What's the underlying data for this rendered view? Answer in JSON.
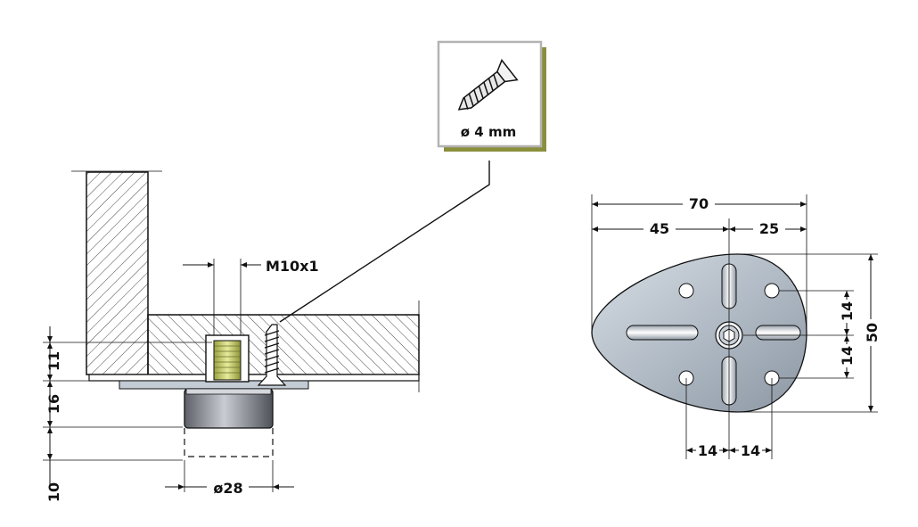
{
  "screw_callout": {
    "label": "ø 4 mm"
  },
  "side_view": {
    "thread_label": "M10x1",
    "dim_11": "11",
    "dim_16": "16",
    "dim_10": "10",
    "diameter_label": "ø28"
  },
  "top_view": {
    "width_total": "70",
    "width_left": "45",
    "width_right": "25",
    "height_total": "50",
    "hole_offset_upper": "14",
    "hole_offset_lower": "14",
    "hole_spacing_left": "14",
    "hole_spacing_right": "14"
  },
  "colors": {
    "callout_shadow": "#8a8f3c",
    "plate_fill": "#b9c2cc",
    "foot_fill": "#7d8087",
    "thread_fill": "#c8cc66"
  }
}
